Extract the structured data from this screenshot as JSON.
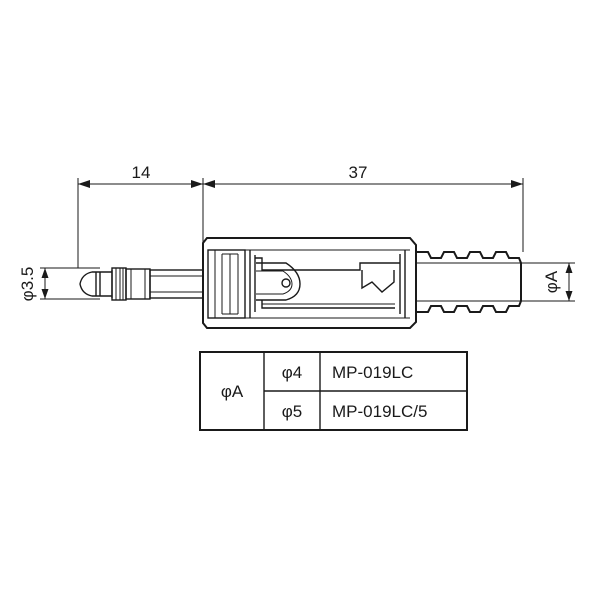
{
  "dimensions": {
    "tip_length": "14",
    "body_length": "37",
    "plug_diameter": "φ3.5",
    "cable_diameter": "φA"
  },
  "table": {
    "header": "φA",
    "rows": [
      {
        "diameter": "φ4",
        "part_number": "MP-019LC"
      },
      {
        "diameter": "φ5",
        "part_number": "MP-019LC/5"
      }
    ]
  }
}
